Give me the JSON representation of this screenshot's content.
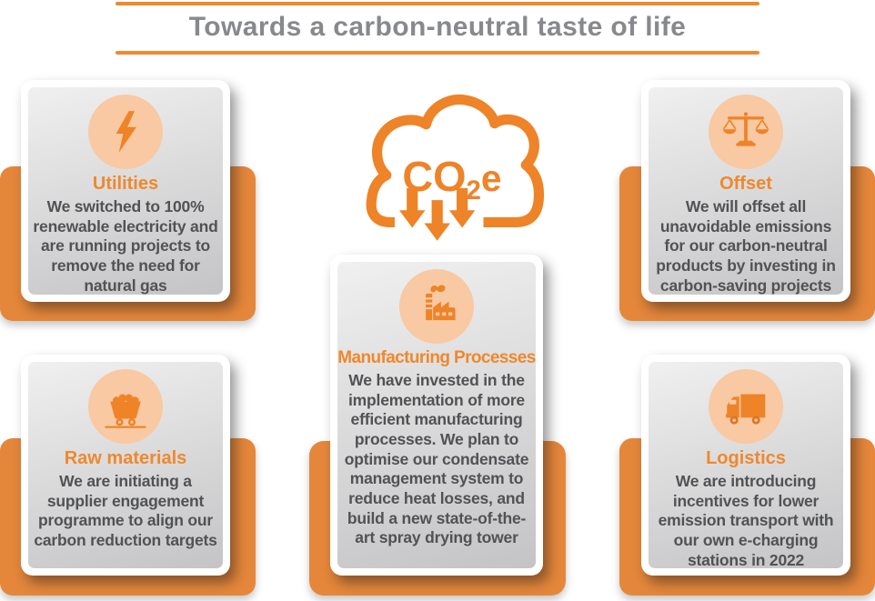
{
  "header": {
    "title": "Towards a carbon-neutral taste of life"
  },
  "co2_label": {
    "main": "CO",
    "sub": "2",
    "suffix": "e"
  },
  "colors": {
    "accent_orange": "#F0882B",
    "ribbon_orange": "#E5873B",
    "circle_peach": "#F8C9A2",
    "title_gray": "#87898C",
    "body_gray": "#515254",
    "card_gradient_light": "#F0F0F0",
    "card_gradient_dark": "#C4C4C6"
  },
  "cards": [
    {
      "icon": "lightning-icon",
      "title": "Utilities",
      "body": "We switched to 100% renewable electricity and are running projects to remove the need for natural gas"
    },
    {
      "icon": "mine-cart-icon",
      "title": "Raw materials",
      "body": "We are initiating a supplier engagement programme to align our carbon reduction targets"
    },
    {
      "icon": "factory-icon",
      "title": "Manufacturing Processes",
      "body": "We have invested in the implementation of more efficient manufacturing processes. We plan to optimise our condensate management system to reduce heat losses, and build a new state-of-the-art spray drying tower"
    },
    {
      "icon": "scales-icon",
      "title": "Offset",
      "body": "We will offset all unavoidable emissions for our carbon-neutral products by investing in carbon-saving projects"
    },
    {
      "icon": "truck-icon",
      "title": "Logistics",
      "body": "We are introducing incentives for lower emission transport with our own e-charging stations in 2022"
    }
  ]
}
